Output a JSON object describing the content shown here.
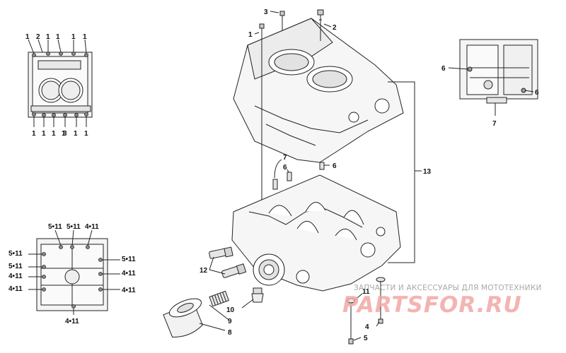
{
  "callouts": {
    "tl_top": [
      "1",
      "2",
      "1",
      "1",
      "1",
      "1"
    ],
    "tl_bottom": [
      "1",
      "1",
      "1",
      "1",
      "3",
      "1",
      "1"
    ],
    "bolt_3": "3",
    "bolt_2": "2",
    "bolt_1": "1",
    "tr_6a": "6",
    "tr_6b": "6",
    "tr_7": "7",
    "mid_7": "7",
    "mid_6a": "6",
    "mid_6b": "6",
    "assembly_13": "13",
    "bl_top": [
      "5•11",
      "5•11",
      "4•11"
    ],
    "bl_left": [
      "5•11",
      "5•11",
      "4•11",
      "4•11"
    ],
    "bl_right": [
      "5•11",
      "4•11",
      "4•11"
    ],
    "bl_bottom": "4•11",
    "fitting_12": "12",
    "sensor_10": "10",
    "nipple_9": "9",
    "filter_8": "8",
    "bolt_11": "11",
    "washer_4": "4",
    "bolt_5": "5"
  },
  "watermark": {
    "tagline": "ЗАПЧАСТИ И АКСЕССУАРЫ ДЛЯ МОТОТЕХНИКИ",
    "logo": "PARTSFOR.RU"
  }
}
